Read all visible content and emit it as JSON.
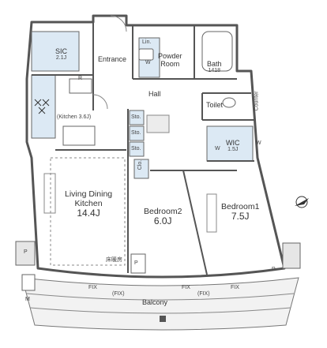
{
  "rooms": {
    "sic": {
      "name": "SIC",
      "size": "2.1J"
    },
    "entrance": "Entrance",
    "lin": "Lin.",
    "w": "W",
    "powder": {
      "line1": "Powder",
      "line2": "Room"
    },
    "bath": {
      "name": "Bath",
      "size": "1418"
    },
    "r": "R",
    "hall": "Hall",
    "toilet": "Toilet",
    "counter": "Counter",
    "kitchen": "(Kitchen 3.6J)",
    "sto": [
      "Sto.",
      "Sto.",
      "Sto."
    ],
    "clo": "Clo.",
    "wic": {
      "name": "WIC",
      "size": "1.5J",
      "w_left": "W",
      "w_right": "W"
    },
    "ldk": {
      "line1": "Living Dining",
      "line2": "Kitchen",
      "size": "14.4J"
    },
    "bedroom2": {
      "name": "Bedroom2",
      "size": "6.0J"
    },
    "bedroom1": {
      "name": "Bedroom1",
      "size": "7.5J"
    },
    "floor_heating": "床暖房",
    "p_labels": [
      "P",
      "P",
      "P"
    ],
    "m": "M",
    "fix": [
      "FIX",
      "(FIX)",
      "FIX",
      "(FIX)",
      "FIX"
    ],
    "balcony": "Balcony"
  },
  "colors": {
    "wall": "#555555",
    "storage_fill": "#dce9f4",
    "balcony_fill": "#f4f4f4",
    "line": "#777777"
  },
  "north_marker": "north-arrow"
}
